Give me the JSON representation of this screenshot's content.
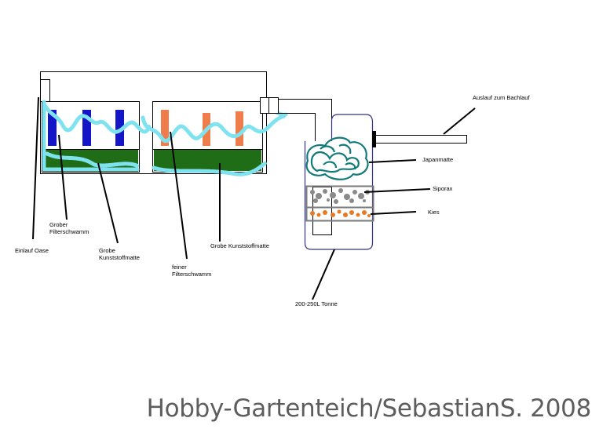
{
  "labels": {
    "einlauf": "Einlauf Oase",
    "grober_line1": "Grober",
    "grober_line2": "Filterschwamm",
    "grobe_line1": "Grobe",
    "grobe_line2": "Kunststoffmatte",
    "feiner_line1": "feiner",
    "feiner_line2": "Filterschwamm",
    "grobe_kunststoffmatte": "Grobe Kunststoffmatte",
    "tonne": "200-250L Tonne",
    "auslauf": "Auslauf zum Bachlauf",
    "japanmatte": "Japanmatte",
    "siporax": "Siporax",
    "kies": "Kies"
  },
  "watermark": "Hobby-Gartenteich/SebastianS. 2008",
  "colors": {
    "outline": "#000000",
    "tank_outline": "#34318c",
    "water": "#7fe3ef",
    "blue_sponge": "#1515c8",
    "orange_sponge": "#ee7d4b",
    "green_mat": "#1f6e17",
    "japanmatte": "#137a7a",
    "siporax": "#8a8a8a",
    "kies": "#ea7a22",
    "watermark": "#5d5d5d"
  }
}
